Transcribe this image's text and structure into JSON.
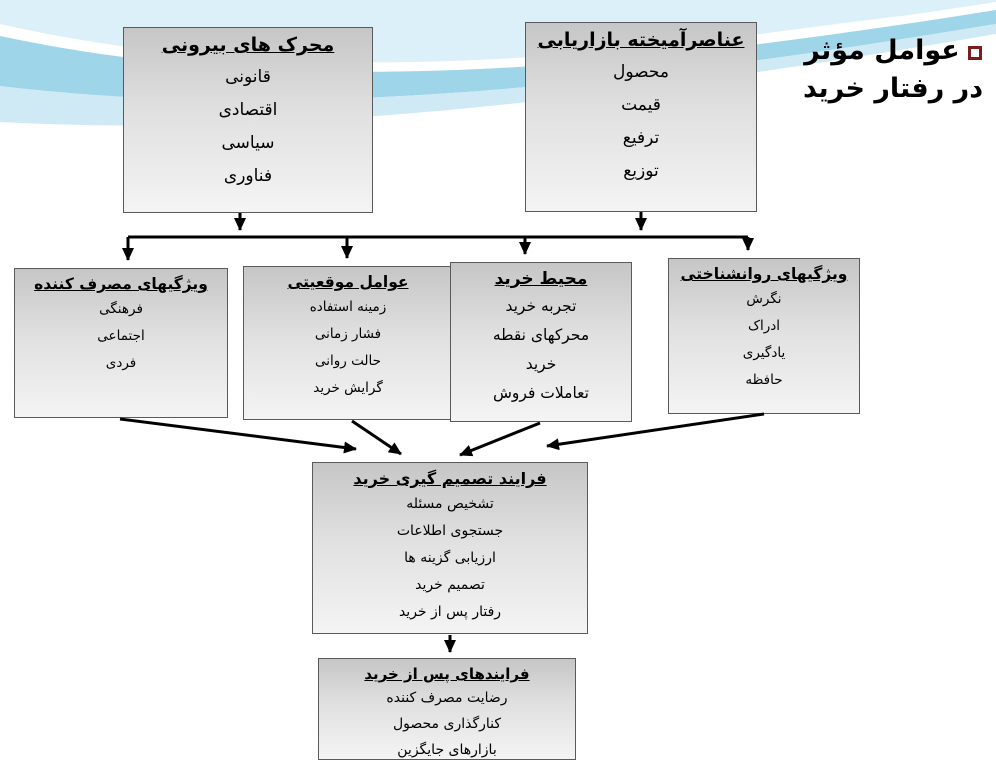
{
  "slide_title": {
    "line1": "عوامل مؤثر",
    "line2": "در رفتار خرید",
    "bullet_icon": "hollow-square",
    "bullet_color": "#7b1d1d"
  },
  "colors": {
    "wave_medium": "#9fd5e9",
    "wave_light": "#cfeaf5",
    "box_border": "#5a5a5a",
    "arrow": "#000000"
  },
  "boxes": {
    "external_stimuli": {
      "title": "محرک های بیرونی",
      "items": [
        "قانونی",
        "اقتصادی",
        "سیاسی",
        "فناوری"
      ]
    },
    "marketing_mix": {
      "title": "عناصرآمیخته بازاریابی",
      "items": [
        "محصول",
        "قیمت",
        "ترفیع",
        "توزیع"
      ]
    },
    "consumer_traits": {
      "title": "ویژگیهای مصرف کننده",
      "items": [
        "فرهنگی",
        "اجتماعی",
        "فردی"
      ]
    },
    "situational_factors": {
      "title": "عوامل موقعیتی",
      "items": [
        "زمینه استفاده",
        "فشار زمانی",
        "حالت روانی",
        "گرایش خرید"
      ]
    },
    "purchase_environment": {
      "title": "محیط خرید",
      "items": [
        "تجربه خرید",
        "محرکهای نقطه خرید",
        "تعاملات فروش"
      ]
    },
    "psychological_traits": {
      "title": "ویژگیهای روانشناختی",
      "items": [
        "نگرش",
        "ادراک",
        "یادگیری",
        "حافظه"
      ]
    },
    "decision_process": {
      "title": "فرایند تصمیم گیری خرید",
      "items": [
        "تشخیص مسئله",
        "جستجوی اطلاعات",
        "ارزیابی گزینه ها",
        "تصمیم خرید",
        "رفتار پس از خرید"
      ]
    },
    "post_purchase": {
      "title": "فرایندهای پس از خرید",
      "items": [
        "رضایت مصرف کننده",
        "کنارگذاری محصول",
        "بازارهای جایگزین"
      ]
    }
  }
}
